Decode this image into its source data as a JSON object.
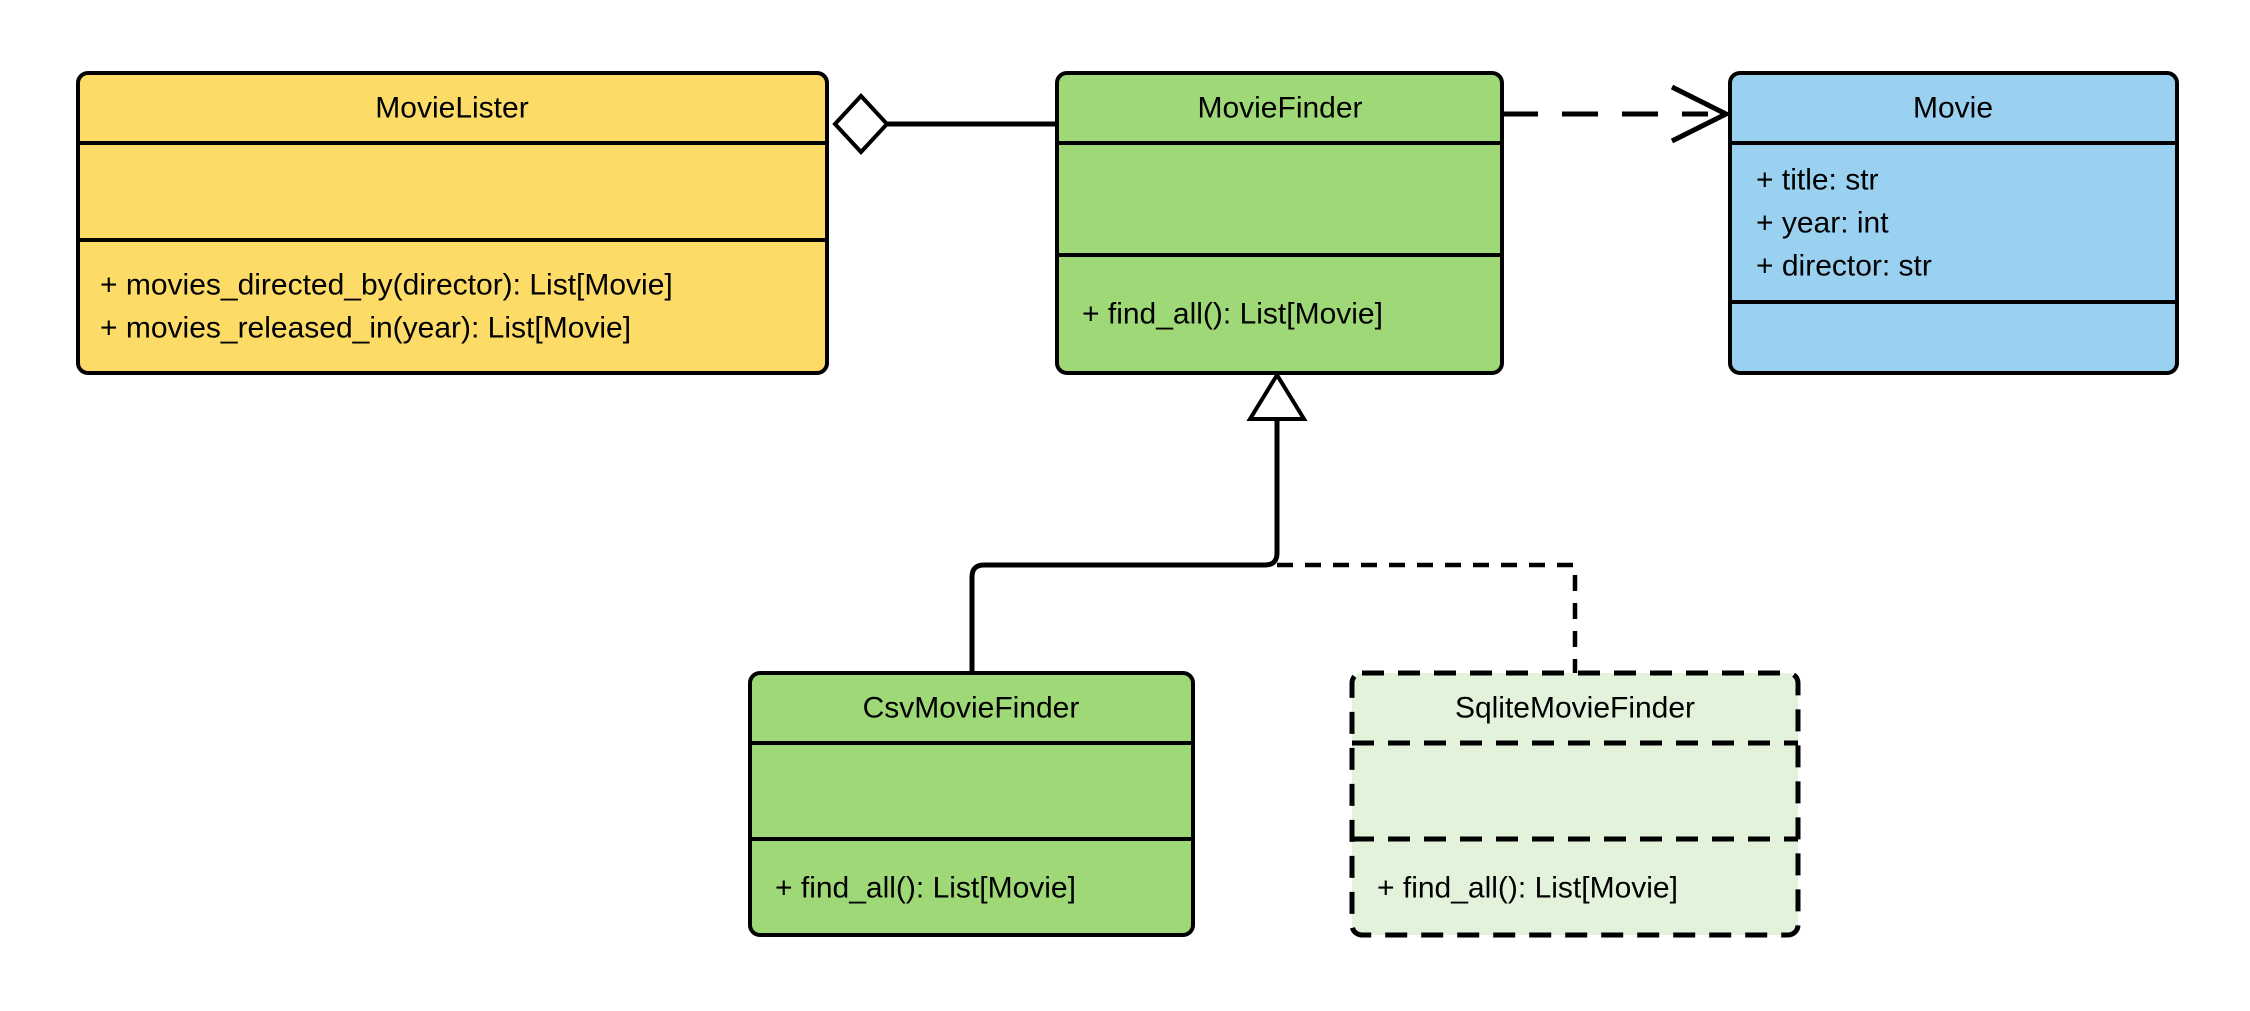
{
  "classes": {
    "movie_lister": {
      "name": "MovieLister",
      "attributes": [],
      "methods": [
        "+ movies_directed_by(director): List[Movie]",
        "+ movies_released_in(year): List[Movie]"
      ],
      "fill": "#FCDB67",
      "border_style": "solid"
    },
    "movie_finder": {
      "name": "MovieFinder",
      "attributes": [],
      "methods": [
        "+ find_all(): List[Movie]"
      ],
      "fill": "#9FD977",
      "border_style": "solid"
    },
    "movie": {
      "name": "Movie",
      "attributes": [
        "+ title: str",
        "+ year: int",
        "+ director: str"
      ],
      "methods": [],
      "fill": "#9AD1F0",
      "border_style": "solid"
    },
    "csv_movie_finder": {
      "name": "CsvMovieFinder",
      "attributes": [],
      "methods": [
        "+ find_all(): List[Movie]"
      ],
      "fill": "#9FD977",
      "border_style": "solid"
    },
    "sqlite_movie_finder": {
      "name": "SqliteMovieFinder",
      "attributes": [],
      "methods": [
        "+ find_all(): List[Movie]"
      ],
      "fill": "#E2F2DB",
      "border_style": "dashed"
    }
  },
  "relationships": [
    {
      "type": "aggregation",
      "owner": "MovieLister",
      "part": "MovieFinder",
      "line": "solid",
      "marker": "open-diamond"
    },
    {
      "type": "dependency",
      "from": "MovieFinder",
      "to": "Movie",
      "line": "dashed",
      "marker": "open-arrow"
    },
    {
      "type": "generalization",
      "child": "CsvMovieFinder",
      "parent": "MovieFinder",
      "line": "solid",
      "marker": "hollow-triangle"
    },
    {
      "type": "generalization",
      "child": "SqliteMovieFinder",
      "parent": "MovieFinder",
      "line": "dashed",
      "marker": "hollow-triangle"
    }
  ],
  "colors": {
    "background": "#FFFFFF",
    "stroke": "#000000",
    "yellow": "#FCDB67",
    "green": "#9FD977",
    "blue": "#9AD1F0",
    "pale_green": "#E2F2DB"
  }
}
